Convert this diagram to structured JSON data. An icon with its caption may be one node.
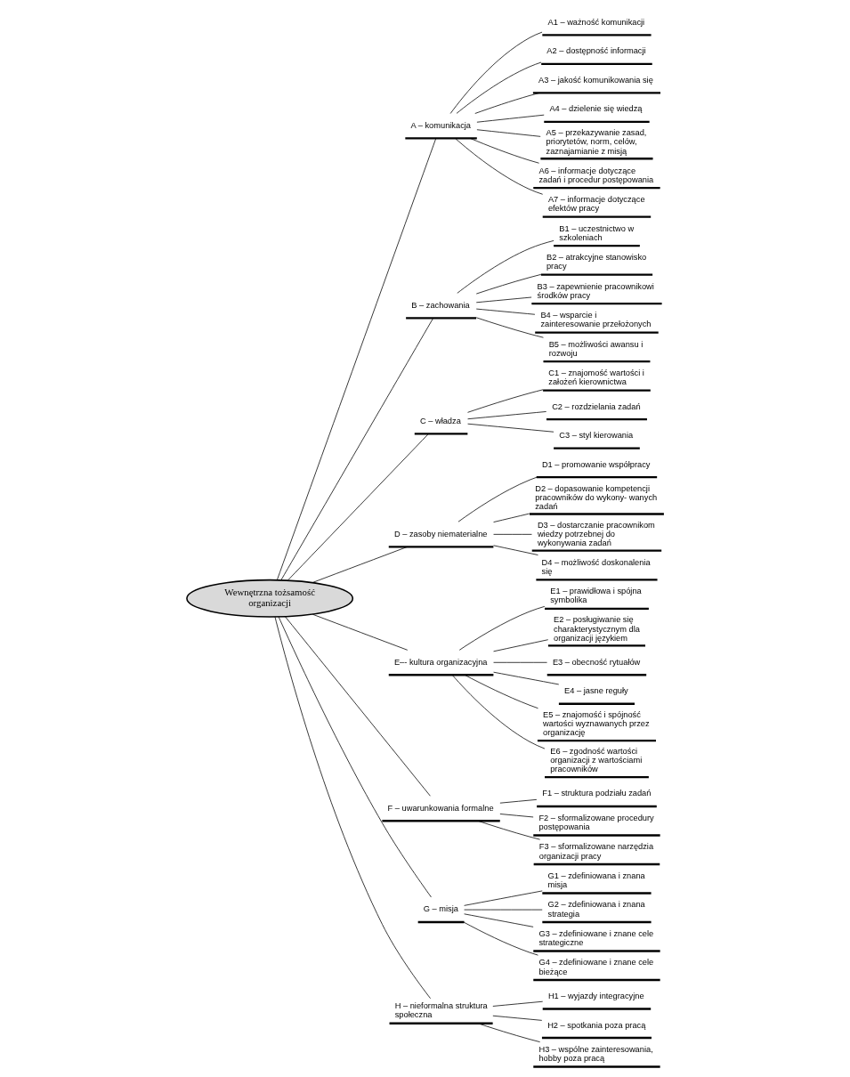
{
  "diagram": {
    "nodes": [
      {
        "text": [
          "Wewnętrzna tożsamość organizacji"
        ]
      },
      {
        "text": [
          "A – komunikacja"
        ]
      },
      {
        "text": [
          "A1 – ważność komunikacji"
        ]
      },
      {
        "text": [
          "A2 – dostępność informacji"
        ]
      },
      {
        "text": [
          "A3 – jakość komunikowania się"
        ]
      },
      {
        "text": [
          "A4 – dzielenie się wiedzą"
        ]
      },
      {
        "text": [
          "A5 – przekazywanie zasad, priorytetów, norm, celów, zaznajamianie z misją"
        ]
      },
      {
        "text": [
          "A6 – informacje dotyczące zadań i procedur postępowania"
        ]
      },
      {
        "text": [
          "A7 – informacje dotyczące efektów pracy"
        ]
      },
      {
        "text": [
          "B – zachowania"
        ]
      },
      {
        "text": [
          "B1 – uczestnictwo w szkoleniach"
        ]
      },
      {
        "text": [
          "B2 – atrakcyjne stanowisko pracy"
        ]
      },
      {
        "text": [
          "B3 – zapewnienie pracownikowi środków pracy"
        ]
      },
      {
        "text": [
          "B4 – wsparcie i zainteresowanie przełożonych"
        ]
      },
      {
        "text": [
          "B5 – możliwości awansu i rozwoju"
        ]
      },
      {
        "text": [
          "C – władza"
        ]
      },
      {
        "text": [
          "C1 – znajomość wartości i założeń kierownictwa"
        ]
      },
      {
        "text": [
          "C2 – rozdzielania zadań"
        ]
      },
      {
        "text": [
          "C3 – styl kierowania"
        ]
      },
      {
        "text": [
          "D – zasoby niematerialne"
        ]
      },
      {
        "text": [
          "D1 – promowanie współpracy"
        ]
      },
      {
        "text": [
          "D2 – dopasowanie kompetencji pracowników do wykony- wanych zadań"
        ]
      },
      {
        "text": [
          "D3 – dostarczanie pracownikom wiedzy potrzebnej do wykonywania zadań"
        ]
      },
      {
        "text": [
          "D4 – możliwość doskonalenia się"
        ]
      },
      {
        "text": [
          "E–- kultura organizacyjna"
        ]
      },
      {
        "text": [
          "E1 – prawidłowa i spójna symbolika"
        ]
      },
      {
        "text": [
          "E2 – posługiwanie się charakterystycznym dla organizacji językiem"
        ]
      },
      {
        "text": [
          "E3 – obecność rytuałów"
        ]
      },
      {
        "text": [
          "E4 – jasne reguły"
        ]
      },
      {
        "text": [
          "E5 – znajomość i spójność wartości wyznawanych przez organizację"
        ]
      },
      {
        "text": [
          "E6 – zgodność wartości organizacji z wartościami pracowników"
        ]
      },
      {
        "text": [
          "F – uwarunkowania formalne"
        ]
      },
      {
        "text": [
          "F1 – struktura podziału zadań"
        ]
      },
      {
        "text": [
          "F2 – sformalizowane procedury postępowania"
        ]
      },
      {
        "text": [
          "F3 – sformalizowane narzędzia organizacji pracy"
        ]
      },
      {
        "text": [
          "G – misja"
        ]
      },
      {
        "text": [
          "G1 – zdefiniowana i znana misja"
        ]
      },
      {
        "text": [
          "G2 – zdefiniowana i znana strategia"
        ]
      },
      {
        "text": [
          "G3 – zdefiniowane i znane cele strategiczne"
        ]
      },
      {
        "text": [
          "G4 – zdefiniowane i znane cele bieżące"
        ]
      },
      {
        "text": [
          "H – nieformalna struktura społeczna"
        ]
      },
      {
        "text": [
          "H1 – wyjazdy integracyjne"
        ]
      },
      {
        "text": [
          "H2 – spotkania poza pracą"
        ]
      },
      {
        "text": [
          "H3 – wspólne zainteresowania, hobby poza pracą"
        ]
      }
    ],
    "edges": [
      {
        "from": 0,
        "to": 1,
        "arrow": "none"
      },
      {
        "from": 1,
        "to": 2,
        "arrow": "none"
      },
      {
        "from": 1,
        "to": 3,
        "arrow": "none"
      },
      {
        "from": 1,
        "to": 4,
        "arrow": "none"
      },
      {
        "from": 1,
        "to": 5,
        "arrow": "none"
      },
      {
        "from": 1,
        "to": 6,
        "arrow": "none"
      },
      {
        "from": 1,
        "to": 7,
        "arrow": "none"
      },
      {
        "from": 1,
        "to": 8,
        "arrow": "none"
      },
      {
        "from": 0,
        "to": 9,
        "arrow": "none"
      },
      {
        "from": 9,
        "to": 10,
        "arrow": "none"
      },
      {
        "from": 9,
        "to": 11,
        "arrow": "none"
      },
      {
        "from": 9,
        "to": 12,
        "arrow": "none"
      },
      {
        "from": 9,
        "to": 13,
        "arrow": "none"
      },
      {
        "from": 9,
        "to": 14,
        "arrow": "none"
      },
      {
        "from": 0,
        "to": 15,
        "arrow": "none"
      },
      {
        "from": 15,
        "to": 16,
        "arrow": "none"
      },
      {
        "from": 15,
        "to": 17,
        "arrow": "none"
      },
      {
        "from": 15,
        "to": 18,
        "arrow": "none"
      },
      {
        "from": 0,
        "to": 19,
        "arrow": "none"
      },
      {
        "from": 19,
        "to": 20,
        "arrow": "none"
      },
      {
        "from": 19,
        "to": 21,
        "arrow": "none"
      },
      {
        "from": 19,
        "to": 22,
        "arrow": "none"
      },
      {
        "from": 19,
        "to": 23,
        "arrow": "none"
      },
      {
        "from": 0,
        "to": 24,
        "arrow": "none"
      },
      {
        "from": 24,
        "to": 25,
        "arrow": "none"
      },
      {
        "from": 24,
        "to": 26,
        "arrow": "none"
      },
      {
        "from": 24,
        "to": 27,
        "arrow": "none"
      },
      {
        "from": 24,
        "to": 28,
        "arrow": "none"
      },
      {
        "from": 24,
        "to": 29,
        "arrow": "none"
      },
      {
        "from": 24,
        "to": 30,
        "arrow": "none"
      },
      {
        "from": 0,
        "to": 31,
        "arrow": "none"
      },
      {
        "from": 31,
        "to": 32,
        "arrow": "none"
      },
      {
        "from": 31,
        "to": 33,
        "arrow": "none"
      },
      {
        "from": 31,
        "to": 34,
        "arrow": "none"
      },
      {
        "from": 0,
        "to": 35,
        "arrow": "none"
      },
      {
        "from": 35,
        "to": 36,
        "arrow": "none"
      },
      {
        "from": 35,
        "to": 37,
        "arrow": "none"
      },
      {
        "from": 35,
        "to": 38,
        "arrow": "none"
      },
      {
        "from": 35,
        "to": 39,
        "arrow": "none"
      },
      {
        "from": 0,
        "to": 40,
        "arrow": "none"
      },
      {
        "from": 40,
        "to": 41,
        "arrow": "none"
      },
      {
        "from": 40,
        "to": 42,
        "arrow": "none"
      },
      {
        "from": 40,
        "to": 43,
        "arrow": "none"
      }
    ]
  }
}
